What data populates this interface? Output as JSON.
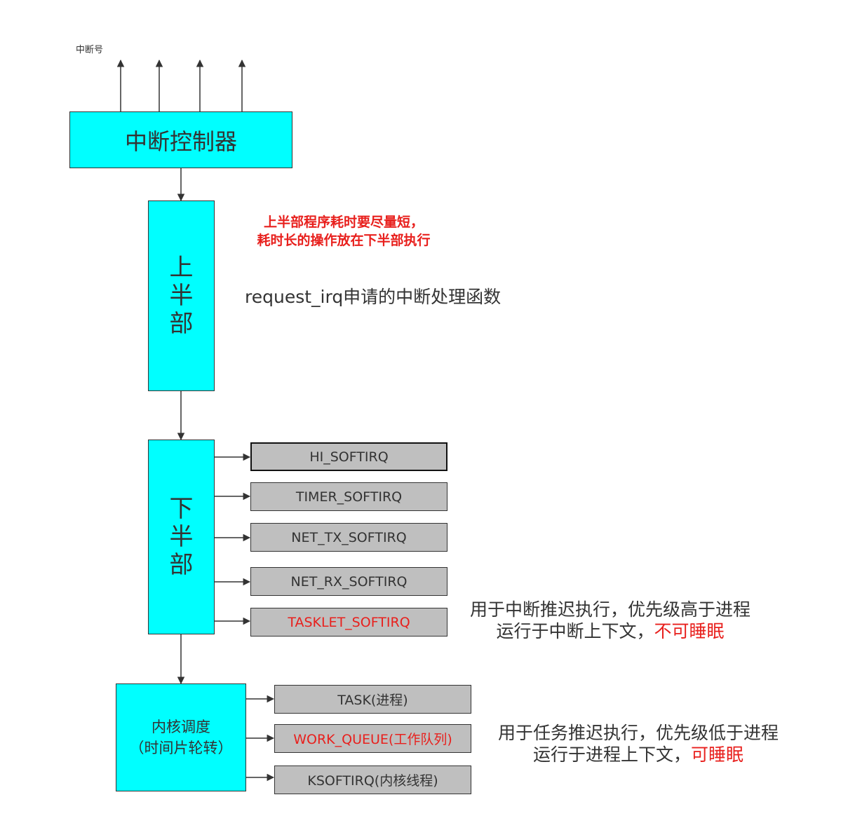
{
  "irq_label": "中断号",
  "controller": "中断控制器",
  "top_half": [
    "上",
    "半",
    "部"
  ],
  "top_note": [
    "上半部程序耗时要尽量短，",
    "耗时长的操作放在下半部执行"
  ],
  "top_desc": "request_irq申请的中断处理函数",
  "bottom_half": [
    "下",
    "半",
    "部"
  ],
  "softirqs": [
    "HI_SOFTIRQ",
    "TIMER_SOFTIRQ",
    "NET_TX_SOFTIRQ",
    "NET_RX_SOFTIRQ",
    "TASKLET_SOFTIRQ"
  ],
  "tasklet_note": {
    "line1": "用于中断推迟执行，优先级高于进程",
    "line2_prefix": "运行于中断上下文，",
    "line2_red": "不可睡眠"
  },
  "kernel_sched": [
    "内核调度",
    "（时间片轮转）"
  ],
  "tasks": [
    "TASK(进程)",
    "WORK_QUEUE(工作队列)",
    "KSOFTIRQ(内核线程)"
  ],
  "workqueue_note": {
    "line1": "用于任务推迟执行，优先级低于进程",
    "line2_prefix": "运行于进程上下文，",
    "line2_red": "可睡眠"
  },
  "colors": {
    "cyan": "#00ffff",
    "gray": "#bfbfbf",
    "red": "#e8201d"
  }
}
